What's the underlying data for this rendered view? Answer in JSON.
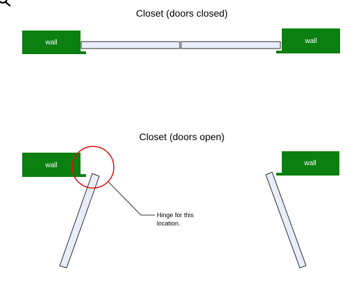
{
  "colors": {
    "wall": "#0b7f10",
    "door_fill": "#e8eef9",
    "door_stroke": "#2a2a2a",
    "callout_circle": "#e01010",
    "leader_line": "#333333"
  },
  "icons": {
    "corner": "magnifier-icon"
  },
  "closed": {
    "title": "Closet (doors closed)",
    "left_wall_label": "wall",
    "right_wall_label": "wall"
  },
  "open": {
    "title": "Closet (doors open)",
    "left_wall_label": "wall",
    "right_wall_label": "wall"
  },
  "callout": {
    "line1": "Hinge for this",
    "line2": "location."
  }
}
